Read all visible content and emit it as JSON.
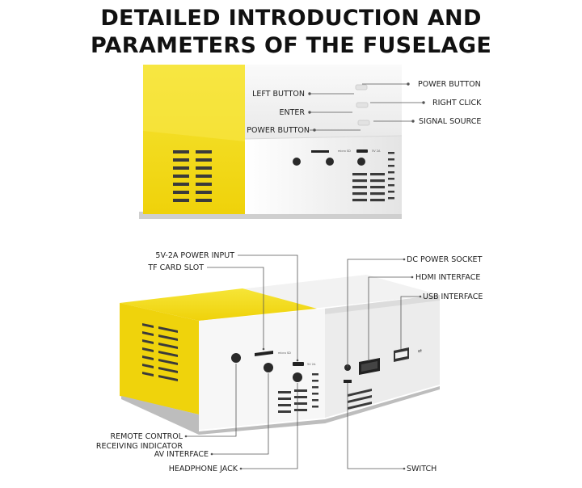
{
  "title": {
    "line1": "DETAILED INTRODUCTION AND",
    "line2": "PARAMETERS OF THE FUSELAGE"
  },
  "colors": {
    "yellow": "#f4de1a",
    "white_body": "#f3f3f3",
    "grey": "#d6d6d6",
    "line": "#444444"
  },
  "top_device": {
    "labels": {
      "left_button": "LEFT BUTTON",
      "enter": "ENTER",
      "power_button_left": "POWER BUTTON",
      "power_button_right": "POWER BUTTON",
      "right_click": "RIGHT CLICK",
      "signal_source": "SIGNAL SOURCE"
    }
  },
  "bottom_device": {
    "labels": {
      "power_input": "5V-2A POWER INPUT",
      "tf_card": "TF CARD SLOT",
      "remote_1": "REMOTE CONTROL",
      "remote_2": "RECEIVING INDICATOR",
      "av_interface": "AV INTERFACE",
      "headphone_jack": "HEADPHONE JACK",
      "dc_power_socket": "DC POWER SOCKET",
      "hdmi_interface": "HDMI INTERFACE",
      "usb_interface": "USB INTERFACE",
      "switch": "SWITCH"
    }
  }
}
